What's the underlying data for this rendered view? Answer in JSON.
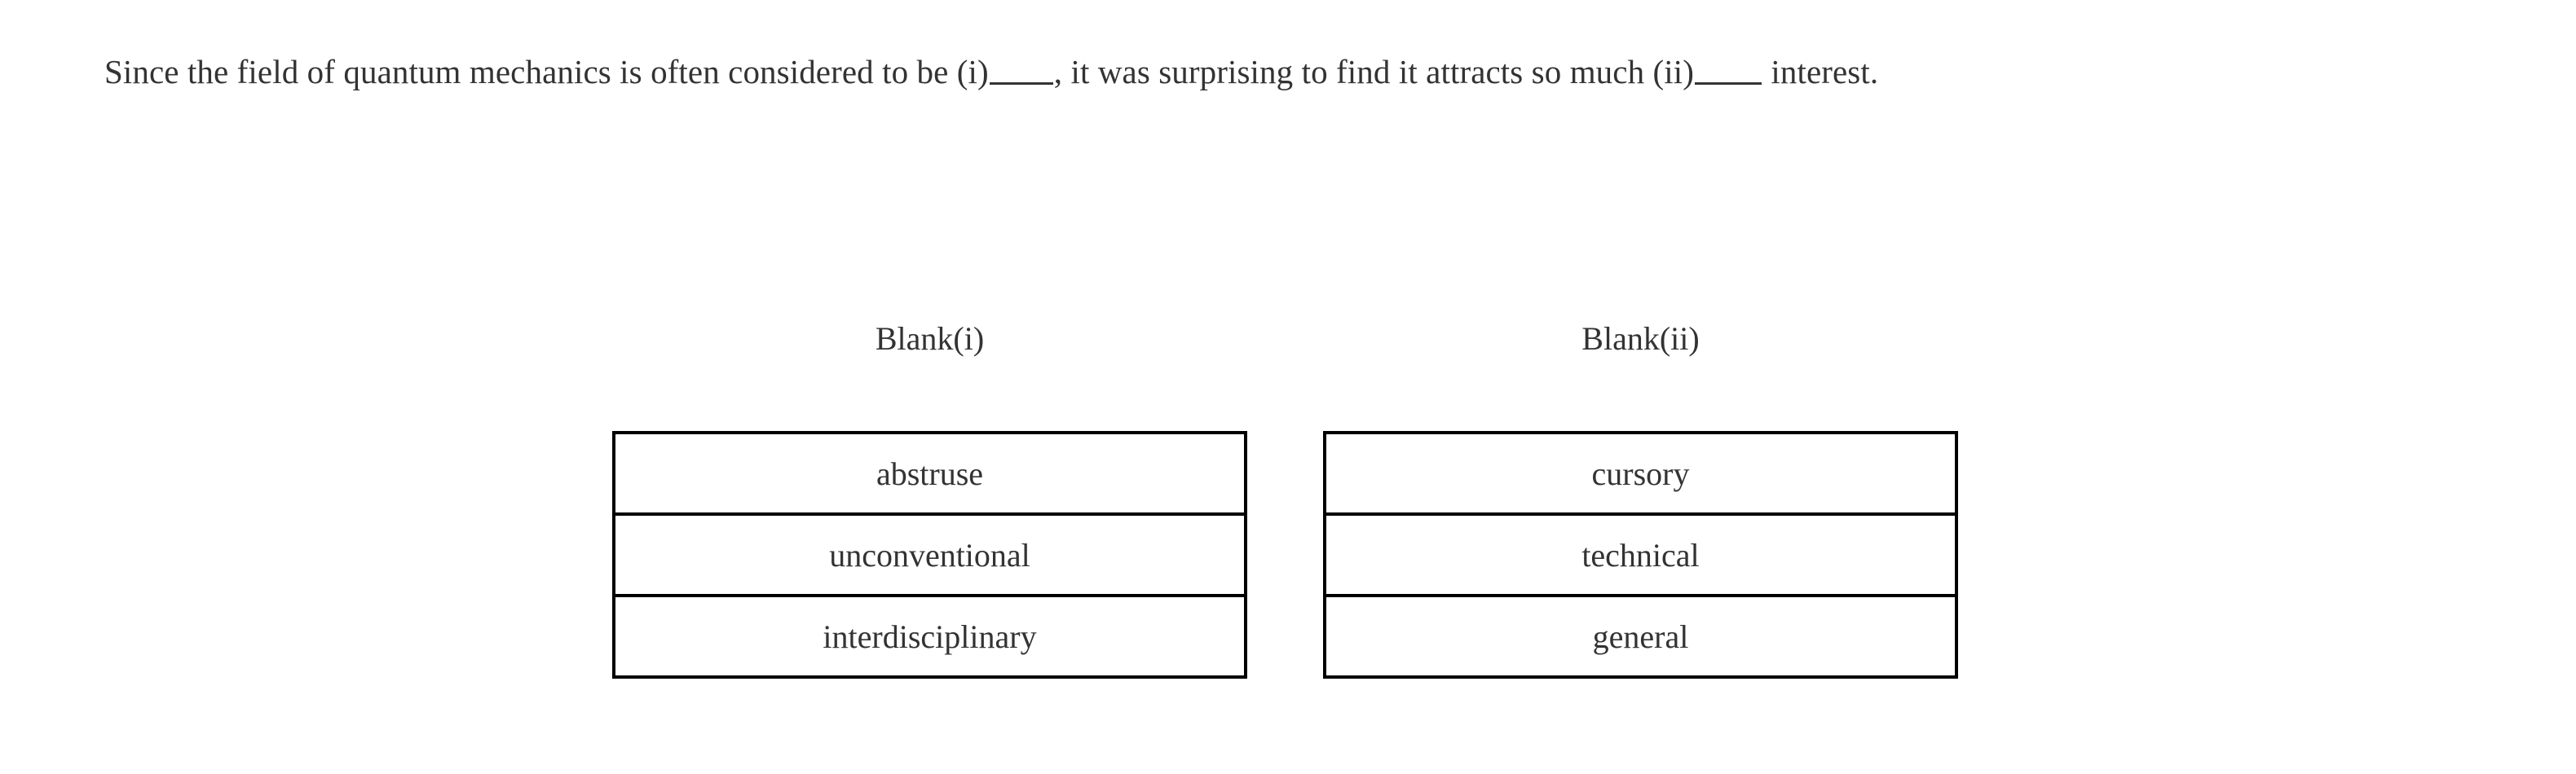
{
  "question": {
    "type": "text-completion",
    "sentence_parts": [
      {
        "kind": "text",
        "value": "Since the field of quantum mechanics is often considered to be (i)"
      },
      {
        "kind": "blank",
        "value": "",
        "label": "blank-i"
      },
      {
        "kind": "text",
        "value": ", it was surprising to find it attracts so much (ii)"
      },
      {
        "kind": "blank",
        "value": "",
        "label": "blank-ii"
      },
      {
        "kind": "text",
        "value": " interest."
      }
    ],
    "sentence_full": "Since the field of quantum mechanics is often considered to be (i)_____, it was surprising to find it attracts so much (ii)_____ interest.",
    "segment_1": "Since the field of quantum mechanics is often considered to be (i)",
    "segment_2": ", it was surprising to find it attracts so much (ii)",
    "segment_3": " interest."
  },
  "blanks": [
    {
      "heading": "Blank(i)",
      "options": [
        {
          "label": "abstruse"
        },
        {
          "label": "unconventional"
        },
        {
          "label": "interdisciplinary"
        }
      ]
    },
    {
      "heading": "Blank(ii)",
      "options": [
        {
          "label": "cursory"
        },
        {
          "label": "technical"
        },
        {
          "label": "general"
        }
      ]
    }
  ],
  "colors": {
    "background": "#ffffff",
    "text": "#333333",
    "border": "#000000"
  }
}
